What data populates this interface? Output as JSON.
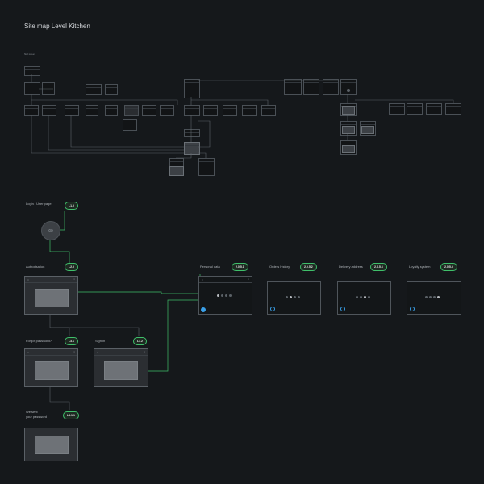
{
  "page": {
    "title": "Site map Level Kitchen"
  },
  "top_map": {
    "label_top_left": "Start screen"
  },
  "login": {
    "label": "Login / User page",
    "badge": "L1.0",
    "icon": "link-icon"
  },
  "screens": {
    "authorisation": {
      "label": "Authorisation",
      "badge": "L2.0"
    },
    "forgot": {
      "label": "Forgot password?",
      "badge": "L3.1"
    },
    "signin": {
      "label": "Sign in",
      "badge": "L3.2"
    },
    "sent": {
      "label_line1": "We sent",
      "label_line2": "your password",
      "badge": "L3.1.1"
    },
    "personal": {
      "label": "Personal data",
      "badge": "2.0.5.1"
    },
    "orders": {
      "label": "Orders history",
      "badge": "2.0.5.2"
    },
    "delivery": {
      "label": "Delivery address",
      "badge": "2.0.5.3"
    },
    "loyalty": {
      "label": "Loyalty system",
      "badge": "2.0.5.4"
    }
  },
  "colors": {
    "accent": "#3fbf6a",
    "background": "#15181b",
    "marker": "#3aa0e8"
  }
}
